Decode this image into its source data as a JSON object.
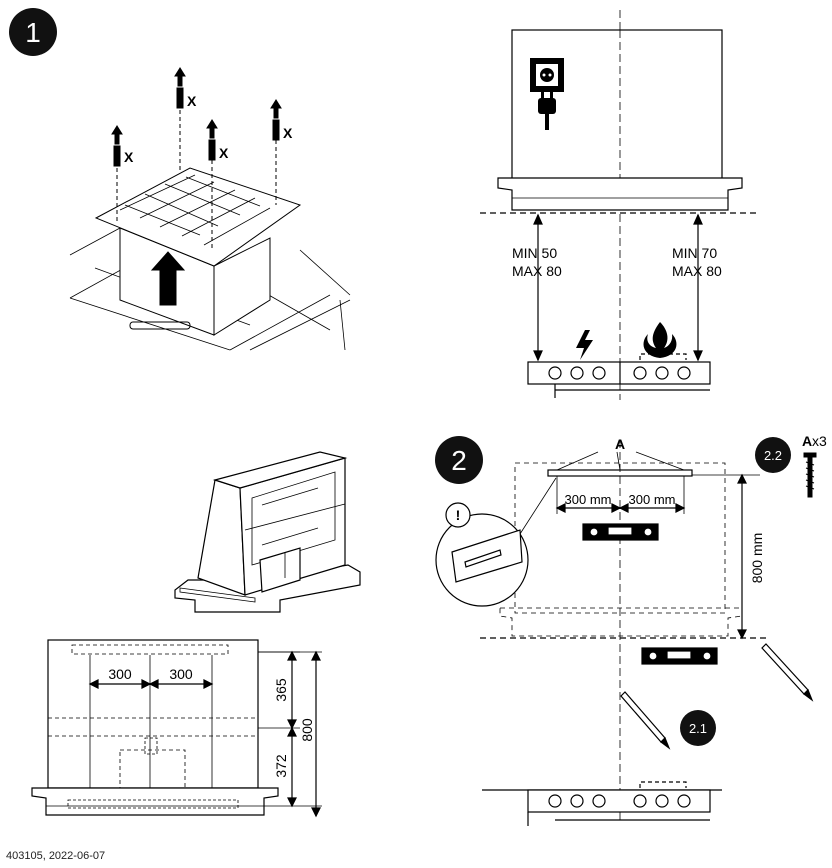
{
  "steps": {
    "step1": "1",
    "step2": "2",
    "sub21": "2.1",
    "sub22": "2.2"
  },
  "screw_marks": {
    "x": "X",
    "part": "A",
    "count": "x3"
  },
  "clearance": {
    "left_min": "MIN  50",
    "left_max": "MAX 80",
    "right_min": "MIN 70",
    "right_max": "MAX 80"
  },
  "front_view": {
    "w_left": "300",
    "w_right": "300",
    "h_top": "365",
    "h_bottom": "372",
    "h_total": "800"
  },
  "step2": {
    "w_left": "300 mm",
    "w_right": "300 mm",
    "height": "800 mm",
    "warning": "!"
  },
  "footer": {
    "doc": "403105, 2022-06-07"
  },
  "colors": {
    "ink": "#000000",
    "light_ink": "#555555"
  }
}
